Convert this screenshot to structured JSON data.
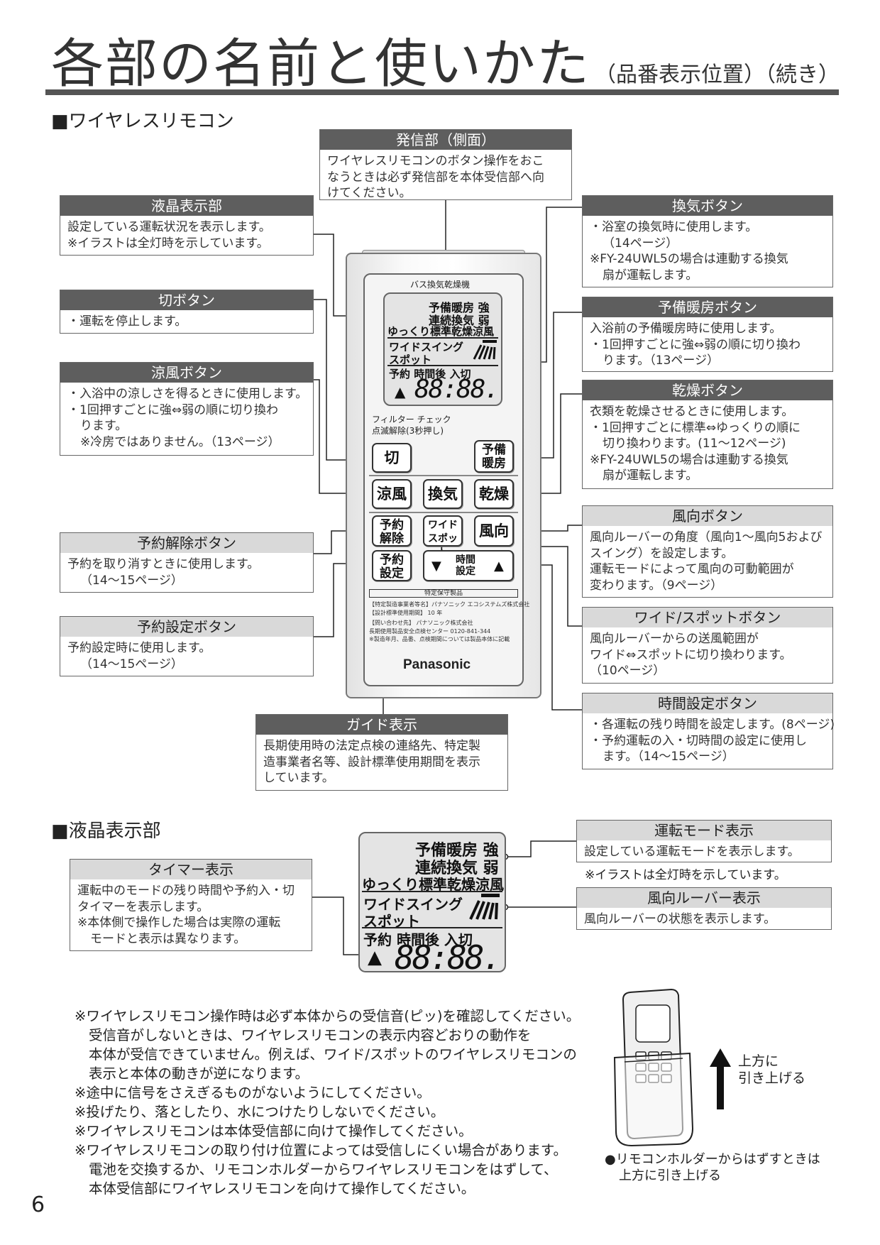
{
  "title": {
    "main": "各部の名前と使いかた",
    "sub": "（品番表示位置）（続き）"
  },
  "sections": {
    "remote": "■ワイヤレスリモコン",
    "lcd": "■液晶表示部"
  },
  "callouts": {
    "transmitter": {
      "title": "発信部（側面）",
      "lines": [
        "ワイヤレスリモコンのボタン操作をおこ",
        "なうときは必ず発信部を本体受信部へ向",
        "けてください。"
      ]
    },
    "lcd_part": {
      "title": "液晶表示部",
      "lines": [
        "設定している運転状況を表示します。",
        "※イラストは全灯時を示しています。"
      ]
    },
    "off_button": {
      "title": "切ボタン",
      "lines": [
        "・運転を停止します。"
      ]
    },
    "cool_button": {
      "title": "涼風ボタン",
      "lines": [
        "・入浴中の涼しさを得るときに使用します。",
        "・1回押すごとに強⇔弱の順に切り換わ",
        "ります。",
        "※冷房ではありません。（13ページ）"
      ]
    },
    "cancel_reserve": {
      "title": "予約解除ボタン",
      "lines": [
        "予約を取り消すときに使用します。",
        "（14〜15ページ）"
      ]
    },
    "set_reserve": {
      "title": "予約設定ボタン",
      "lines": [
        "予約設定時に使用します。",
        "（14〜15ページ）"
      ]
    },
    "guide": {
      "title": "ガイド表示",
      "lines": [
        "長期使用時の法定点検の連絡先、特定製",
        "造事業者名等、設計標準使用期間を表示",
        "しています。"
      ]
    },
    "vent_button": {
      "title": "換気ボタン",
      "lines": [
        "・浴室の換気時に使用します。",
        "（14ページ）",
        "※FY-24UWL5の場合は連動する換気",
        "扇が運転します。"
      ]
    },
    "preheat_button": {
      "title": "予備暖房ボタン",
      "lines": [
        "入浴前の予備暖房時に使用します。",
        "・1回押すごとに強⇔弱の順に切り換わ",
        "ります。（13ページ）"
      ]
    },
    "dry_button": {
      "title": "乾燥ボタン",
      "lines": [
        "衣類を乾燥させるときに使用します。",
        "・1回押すごとに標準⇔ゆっくりの順に",
        "切り換わります。(11〜12ページ)",
        "※FY-24UWL5の場合は連動する換気",
        "扇が運転します。"
      ]
    },
    "direction_button": {
      "title": "風向ボタン",
      "lines": [
        "風向ルーバーの角度（風向1〜風向5および",
        "スイング）を設定します。",
        "運転モードによって風向の可動範囲が",
        "変わります。（9ページ）"
      ]
    },
    "wide_spot_button": {
      "title": "ワイド/スポットボタン",
      "lines": [
        "風向ルーバーからの送風範囲が",
        "ワイド⇔スポットに切り換わります。",
        "（10ページ）"
      ]
    },
    "time_set_button": {
      "title": "時間設定ボタン",
      "lines": [
        "・各運転の残り時間を設定します。(8ページ)",
        "・予約運転の入・切時間の設定に使用し",
        "ます。（14〜15ページ）"
      ]
    },
    "mode_display": {
      "title": "運転モード表示",
      "lines": [
        "設定している運転モードを表示します。"
      ],
      "note": "※イラストは全灯時を示しています。"
    },
    "louver_display": {
      "title": "風向ルーバー表示",
      "lines": [
        "風向ルーバーの状態を表示します。"
      ]
    },
    "timer_display": {
      "title": "タイマー表示",
      "lines": [
        "運転中のモードの残り時間や予約入・切",
        "タイマーを表示します。",
        "※本体側で操作した場合は実際の運転",
        "モードと表示は異なります。"
      ]
    }
  },
  "remote": {
    "product_label": "バス換気乾燥機",
    "lcd": {
      "row1": "予備暖房 強",
      "row2": "連続換気 弱",
      "row3": "ゆっくり標準乾燥涼風",
      "row4a": "ワイドスイング",
      "row4b": "スポット",
      "row5": "予約 時間後 入切",
      "arrow": "▲",
      "digits": "88:88."
    },
    "filter_label_1": "フィルター チェック",
    "filter_label_2": "点滅解除(3秒押し)",
    "buttons": {
      "off": "切",
      "preheat_1": "予備",
      "preheat_2": "暖房",
      "cool": "涼風",
      "vent": "換気",
      "dry": "乾燥",
      "cancel_1": "予約",
      "cancel_2": "解除",
      "wide_1": "ワイド",
      "wide_2": "スポット",
      "direction": "風向",
      "set_1": "予約",
      "set_2": "設定",
      "time_down": "▼",
      "time_1": "時間",
      "time_2": "設定",
      "time_up": "▲"
    },
    "guide_label": {
      "title": "特定保守製品",
      "lines": [
        "【特定製造事業者等名】パナソニック エコシステムズ株式会社",
        "【設計標準使用期間】 10 年",
        "【問い合わせ先】 パナソニック株式会社",
        "長期使用製品安全点検センター 0120-841-344",
        "※製造年月、品番、点検期間については製品本体に記載"
      ]
    },
    "brand": "Panasonic"
  },
  "notes": [
    {
      "text": "※ワイヤレスリモコン操作時は必ず本体からの受信音(ピッ)を確認してください。",
      "indent": false
    },
    {
      "text": "受信音がしないときは、ワイヤレスリモコンの表示内容どおりの動作を",
      "indent": true
    },
    {
      "text": "本体が受信できていません。例えば、ワイド/スポットのワイヤレスリモコンの",
      "indent": true
    },
    {
      "text": "表示と本体の動きが逆になります。",
      "indent": true
    },
    {
      "text": "※途中に信号をさえぎるものがないようにしてください。",
      "indent": false
    },
    {
      "text": "※投げたり、落としたり、水につけたりしないでください。",
      "indent": false
    },
    {
      "text": "※ワイヤレスリモコンは本体受信部に向けて操作してください。",
      "indent": false
    },
    {
      "text": "※ワイヤレスリモコンの取り付け位置によっては受信しにくい場合があります。",
      "indent": false
    },
    {
      "text": "電池を交換するか、リモコンホルダーからワイヤレスリモコンをはずして、",
      "indent": true
    },
    {
      "text": "本体受信部にワイヤレスリモコンを向けて操作してください。",
      "indent": true
    }
  ],
  "holder": {
    "arrow_caption_1": "上方に",
    "arrow_caption_2": "引き上げる",
    "caption_1": "●リモコンホルダーからはずすときは",
    "caption_2": "上方に引き上げる"
  },
  "page_number": "6"
}
